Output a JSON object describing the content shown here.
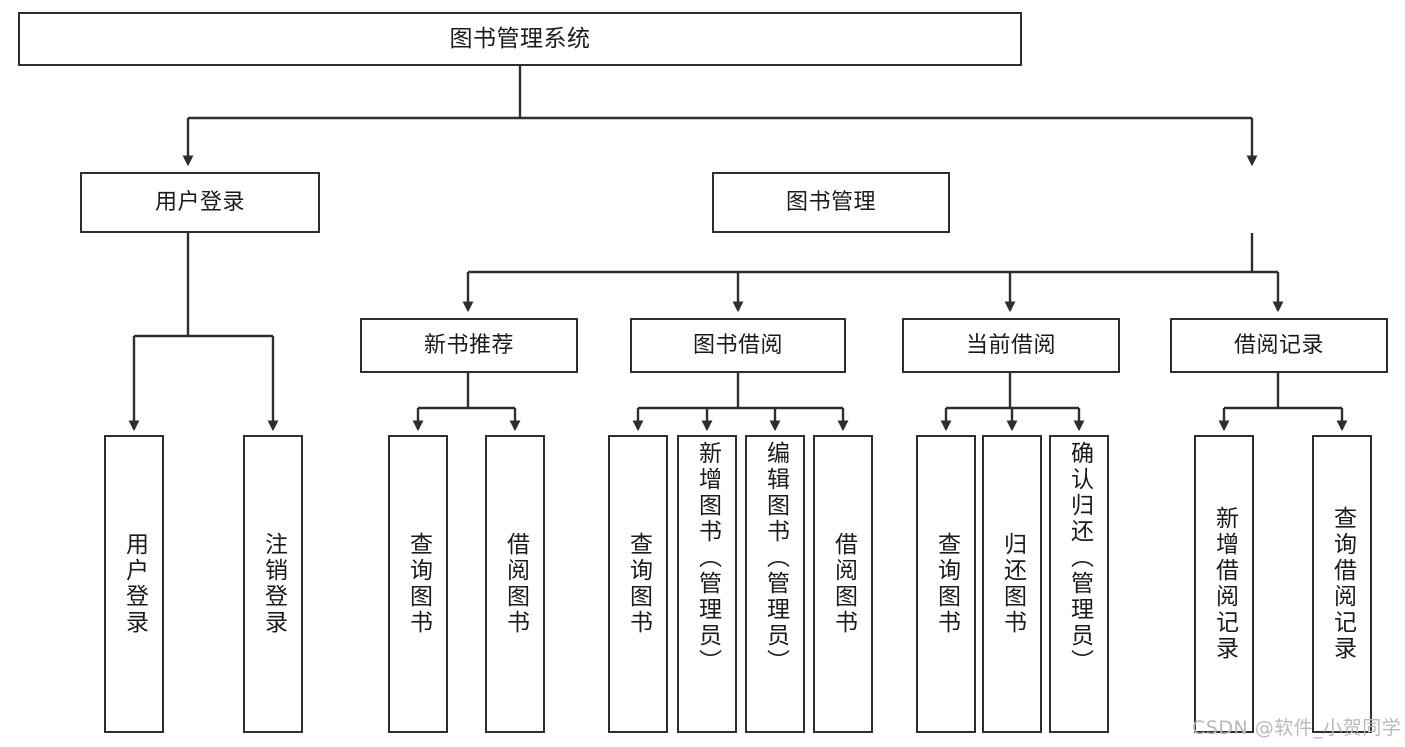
{
  "diagram": {
    "title": "图书管理系统",
    "type": "tree-hierarchy-chart",
    "colors": {
      "stroke": "#2e2e2e",
      "fill": "#ffffff",
      "text": "#1b1b1b",
      "watermark": "#b9b9b9"
    },
    "root": {
      "label": "图书管理系统"
    },
    "level2": [
      {
        "id": "user-login",
        "label": "用户登录"
      },
      {
        "id": "book-manage",
        "label": "图书管理"
      }
    ],
    "level3": [
      {
        "id": "new-book-recommend",
        "label": "新书推荐"
      },
      {
        "id": "book-borrow",
        "label": "图书借阅"
      },
      {
        "id": "current-borrow",
        "label": "当前借阅"
      },
      {
        "id": "borrow-record",
        "label": "借阅记录"
      }
    ],
    "leaves": {
      "user_login": [
        {
          "id": "leaf-user-login",
          "label": "用户登录"
        },
        {
          "id": "leaf-logout",
          "label": "注销登录"
        }
      ],
      "new_book_recommend": [
        {
          "id": "leaf-query-book-1",
          "label": "查询图书"
        },
        {
          "id": "leaf-borrow-book-1",
          "label": "借阅图书"
        }
      ],
      "book_borrow": [
        {
          "id": "leaf-query-book-2",
          "label": "查询图书"
        },
        {
          "id": "leaf-add-book",
          "label": "新增图书（管理员）"
        },
        {
          "id": "leaf-edit-book",
          "label": "编辑图书（管理员）"
        },
        {
          "id": "leaf-borrow-book-2",
          "label": "借阅图书"
        }
      ],
      "current_borrow": [
        {
          "id": "leaf-query-book-3",
          "label": "查询图书"
        },
        {
          "id": "leaf-return-book",
          "label": "归还图书"
        },
        {
          "id": "leaf-confirm-return",
          "label": "确认归还（管理员）"
        }
      ],
      "borrow_record": [
        {
          "id": "leaf-add-record",
          "label": "新增借阅记录"
        },
        {
          "id": "leaf-query-record",
          "label": "查询借阅记录"
        }
      ]
    },
    "watermark": "CSDN @软件_小贺同学"
  }
}
